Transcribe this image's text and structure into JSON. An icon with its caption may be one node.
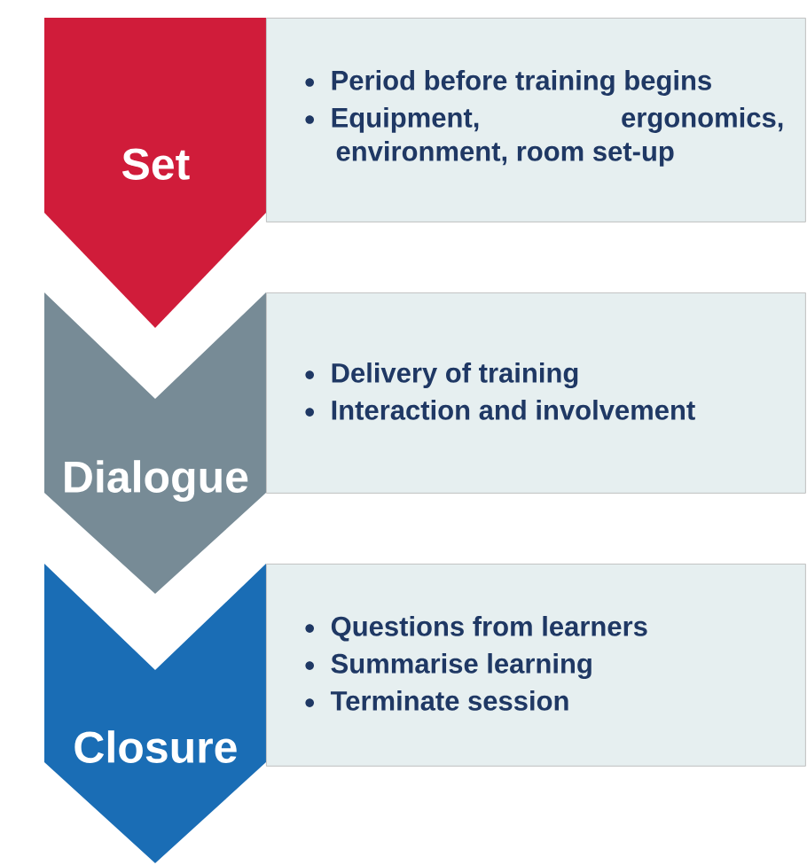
{
  "diagram": {
    "nodes": [
      {
        "text": [
          "Set"
        ]
      },
      {
        "text": [
          "Period before training begins",
          "Equipment, ergonomics, environment, room set-up"
        ]
      },
      {
        "text": [
          "Dialogue"
        ]
      },
      {
        "text": [
          "Delivery of training",
          "Interaction and involvement"
        ]
      },
      {
        "text": [
          "Closure"
        ]
      },
      {
        "text": [
          "Questions from learners",
          "Summarise learning",
          "Terminate session"
        ]
      }
    ]
  }
}
